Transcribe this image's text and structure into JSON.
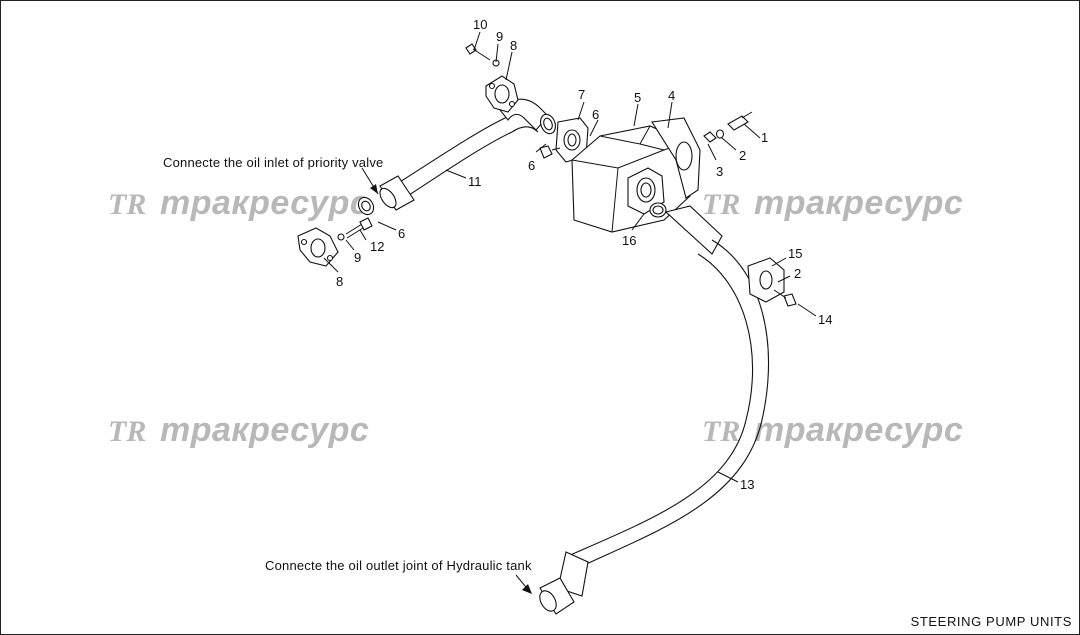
{
  "diagram": {
    "title": "STEERING PUMP UNITS",
    "notes": {
      "inlet": "Connecte the oil inlet of priority valve",
      "outlet": "Connecte the oil outlet joint of Hydraulic tank"
    },
    "watermark": {
      "logo": "TR",
      "text": "тракресурс"
    },
    "callouts": {
      "c1": "1",
      "c2a": "2",
      "c2b": "2",
      "c3": "3",
      "c4": "4",
      "c5": "5",
      "c6a": "6",
      "c6b": "6",
      "c6c": "6",
      "c7": "7",
      "c8a": "8",
      "c8b": "8",
      "c9a": "9",
      "c9b": "9",
      "c10": "10",
      "c11": "11",
      "c12": "12",
      "c13": "13",
      "c14": "14",
      "c15": "15",
      "c16": "16"
    }
  }
}
